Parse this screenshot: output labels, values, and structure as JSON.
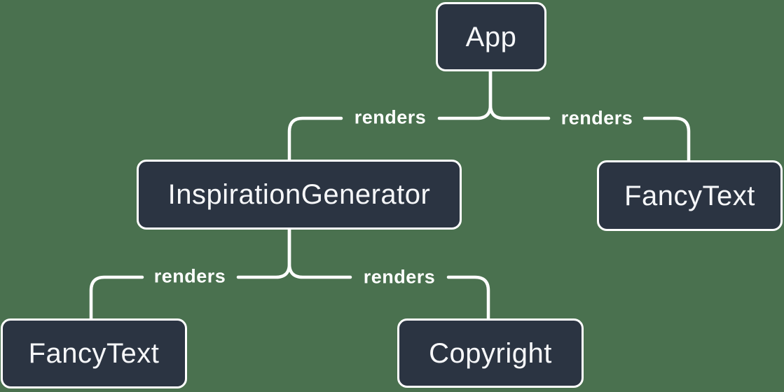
{
  "colors": {
    "background": "#4A714F",
    "node_fill": "#2B3442",
    "node_text": "#F6F7F9",
    "line": "#FFFFFF",
    "edge_label_text": "#FFFFFF"
  },
  "nodes": [
    {
      "id": "app",
      "label": "App"
    },
    {
      "id": "inspiration-generator",
      "label": "InspirationGenerator"
    },
    {
      "id": "fancy-text-top-right",
      "label": "FancyText"
    },
    {
      "id": "fancy-text-bottom-left",
      "label": "FancyText"
    },
    {
      "id": "copyright",
      "label": "Copyright"
    }
  ],
  "edges": [
    {
      "from": "App",
      "to": "InspirationGenerator",
      "label": "renders"
    },
    {
      "from": "App",
      "to": "FancyText",
      "label": "renders"
    },
    {
      "from": "InspirationGenerator",
      "to": "FancyText",
      "label": "renders"
    },
    {
      "from": "InspirationGenerator",
      "to": "Copyright",
      "label": "renders"
    }
  ]
}
